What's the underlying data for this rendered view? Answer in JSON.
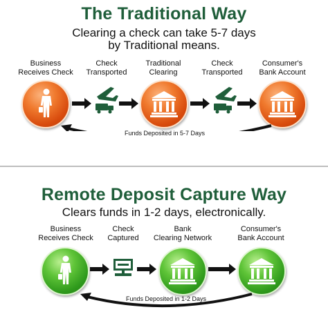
{
  "traditional": {
    "title": "The Traditional Way",
    "subtitle_line1": "Clearing a check can take 5-7 days",
    "subtitle_line2": "by Traditional means.",
    "steps": [
      {
        "line1": "Business",
        "line2": "Receives Check"
      },
      {
        "line1": "Check",
        "line2": "Transported"
      },
      {
        "line1": "Traditional",
        "line2": "Clearing"
      },
      {
        "line1": "Check",
        "line2": "Transported"
      },
      {
        "line1": "Consumer's",
        "line2": "Bank Account"
      }
    ],
    "funds_label": "Funds Deposited in 5-7 Days",
    "color": "#e8621f"
  },
  "rdc": {
    "title": "Remote Deposit Capture Way",
    "subtitle": "Clears funds in 1-2 days, electronically.",
    "steps": [
      {
        "line1": "Business",
        "line2": "Receives Check"
      },
      {
        "line1": "Check",
        "line2": "Captured"
      },
      {
        "line1": "Bank",
        "line2": "Clearing Network"
      },
      {
        "line1": "Consumer's",
        "line2": "Bank Account"
      }
    ],
    "funds_label": "Funds Deposited in 1-2 Days",
    "color": "#3aaa24"
  },
  "title_color": "#1f5e3a"
}
